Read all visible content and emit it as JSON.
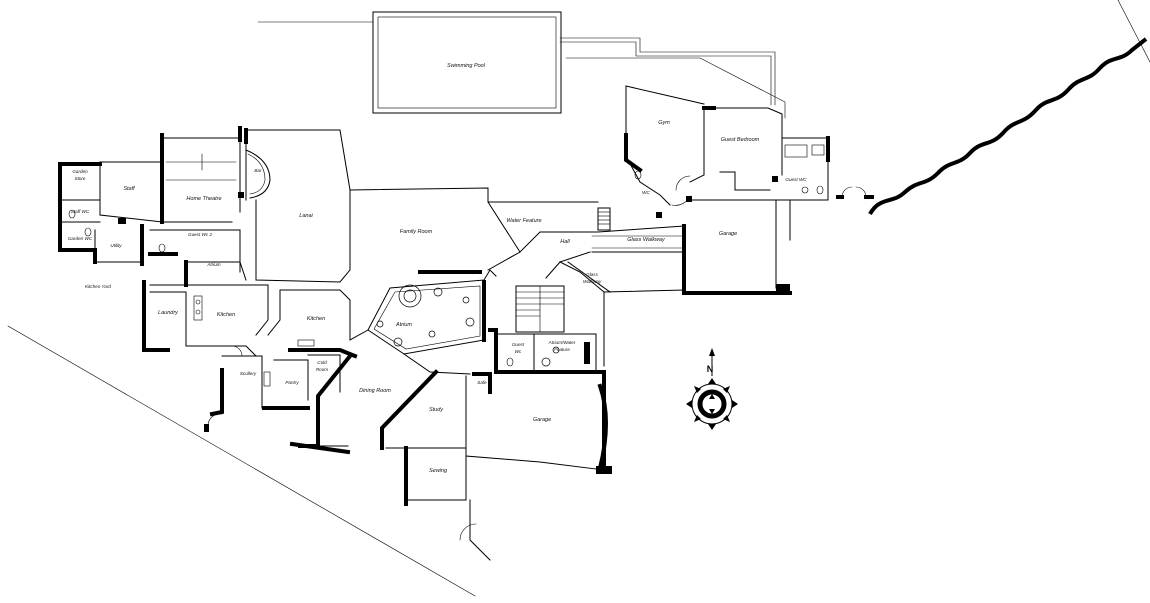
{
  "rooms": {
    "swimming_pool": "Swimming Pool",
    "gym": "Gym",
    "guest_bedroom": "Guest Bedroom",
    "wc": "WC",
    "guest_wc_east": "Guest WC",
    "garage_east": "Garage",
    "glass_walkway_1": "Glass Walkway",
    "glass_walkway_2a": "Glass",
    "glass_walkway_2b": "Walkway",
    "hall": "Hall",
    "water_feature": "Water Feature",
    "family_room": "Family Room",
    "lanai": "Lanai",
    "bar": "Bar",
    "home_theatre": "Home Theatre",
    "staff": "Staff",
    "garden_store_a": "Garden",
    "garden_store_b": "Store",
    "staff_wc": "Staff WC",
    "garden_wc": "Garden WC",
    "utility": "Utility",
    "guest_wc_2": "Guest Wc 2",
    "atrium_west": "Atrium",
    "kitchen_yard": "Kitchen Yard",
    "laundry": "Laundry",
    "kitchen_west": "Kitchen",
    "kitchen_main": "Kitchen",
    "atrium_centre": "Atrium",
    "scullery": "Scullery",
    "pantry": "Pantry",
    "cold_room_a": "Cold",
    "cold_room_b": "Room",
    "dining_room": "Dining Room",
    "study": "Study",
    "sewing": "Sewing",
    "safe": "Safe",
    "garage_south": "Garage",
    "guest_wc_centre_a": "Guest",
    "guest_wc_centre_b": "Wc",
    "atrium_water_a": "Atrium/Water",
    "atrium_water_b": "Feature"
  },
  "compass": {
    "north": "N"
  }
}
